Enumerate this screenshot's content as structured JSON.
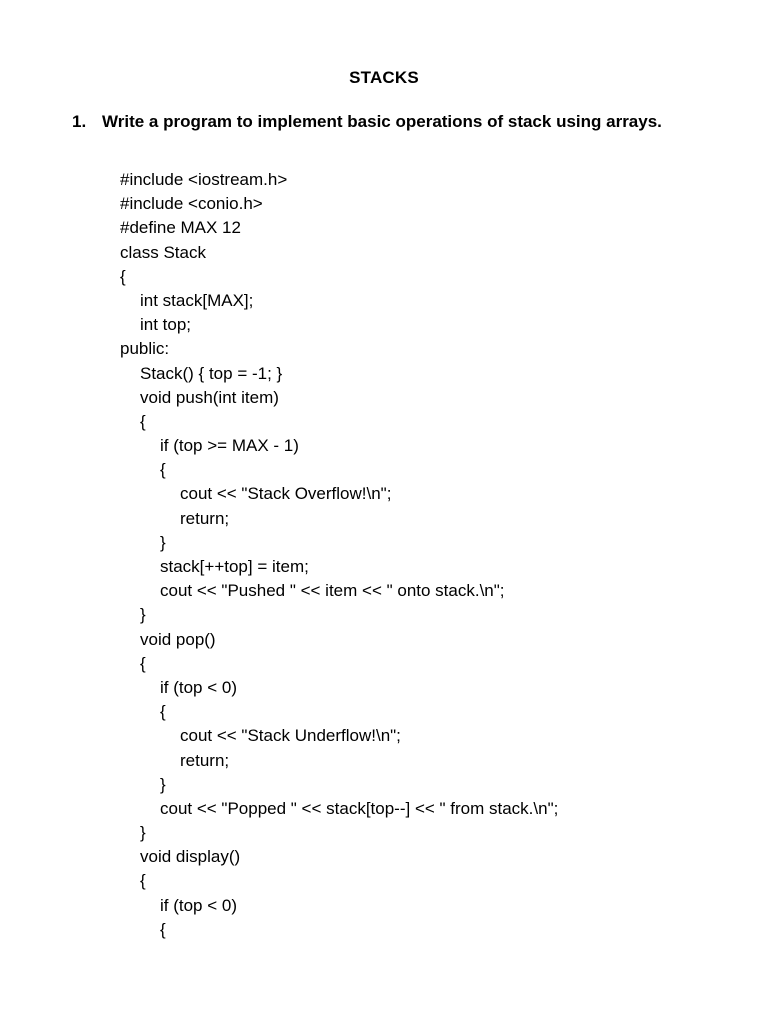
{
  "document": {
    "title": "STACKS",
    "question": {
      "number": "1.",
      "text": "Write a program to implement basic operations of stack using arrays."
    },
    "code_lines": [
      {
        "text": "#include <iostream.h>",
        "indent": 0
      },
      {
        "text": "#include <conio.h>",
        "indent": 0
      },
      {
        "text": "#define MAX 12",
        "indent": 0
      },
      {
        "text": "class Stack",
        "indent": 0
      },
      {
        "text": "{",
        "indent": 0
      },
      {
        "text": "int stack[MAX];",
        "indent": 1
      },
      {
        "text": "int top;",
        "indent": 1
      },
      {
        "text": "public:",
        "indent": 0
      },
      {
        "text": "Stack() { top = -1; }",
        "indent": 1
      },
      {
        "text": "void push(int item)",
        "indent": 1
      },
      {
        "text": "{",
        "indent": 1
      },
      {
        "text": "if (top >= MAX - 1)",
        "indent": 2
      },
      {
        "text": "{",
        "indent": 2
      },
      {
        "text": "cout << \"Stack Overflow!\\n\";",
        "indent": 3
      },
      {
        "text": "return;",
        "indent": 3
      },
      {
        "text": "}",
        "indent": 2
      },
      {
        "text": "stack[++top] = item;",
        "indent": 2
      },
      {
        "text": "cout << \"Pushed \" << item << \" onto stack.\\n\";",
        "indent": 2
      },
      {
        "text": "}",
        "indent": 1
      },
      {
        "text": "void pop()",
        "indent": 1
      },
      {
        "text": "{",
        "indent": 1
      },
      {
        "text": "if (top < 0)",
        "indent": 2
      },
      {
        "text": "{",
        "indent": 2
      },
      {
        "text": "cout << \"Stack Underflow!\\n\";",
        "indent": 3
      },
      {
        "text": "return;",
        "indent": 3
      },
      {
        "text": "}",
        "indent": 2
      },
      {
        "text": "cout << \"Popped \" << stack[top--] << \" from stack.\\n\";",
        "indent": 2
      },
      {
        "text": "}",
        "indent": 1
      },
      {
        "text": "void display()",
        "indent": 1
      },
      {
        "text": "{",
        "indent": 1
      },
      {
        "text": "if (top < 0)",
        "indent": 2
      },
      {
        "text": "{",
        "indent": 2
      }
    ]
  }
}
